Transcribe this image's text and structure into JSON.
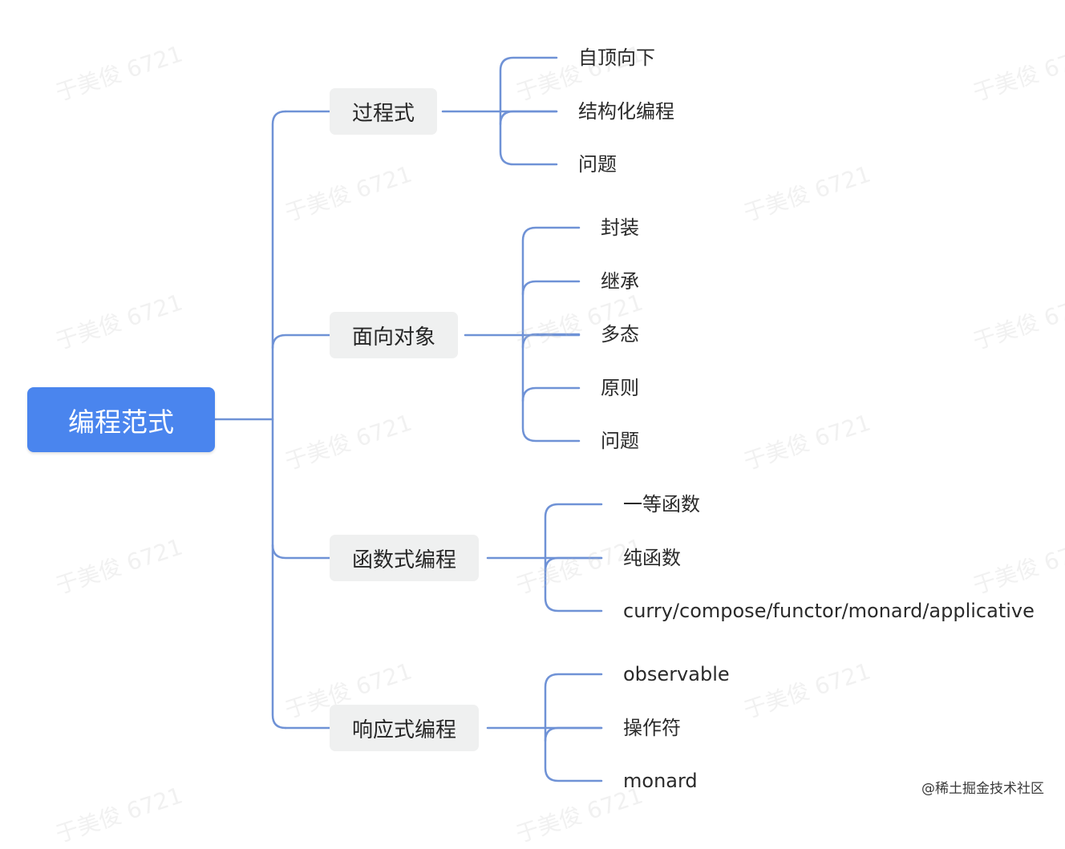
{
  "colors": {
    "root_bg": "#4a85ee",
    "branch_bg": "#eff0f0",
    "line": "#6f92d6"
  },
  "root": {
    "label": "编程范式"
  },
  "branches": [
    {
      "label": "过程式",
      "children": [
        "自顶向下",
        "结构化编程",
        "问题"
      ]
    },
    {
      "label": "面向对象",
      "children": [
        "封装",
        "继承",
        "多态",
        "原则",
        "问题"
      ]
    },
    {
      "label": "函数式编程",
      "children": [
        "一等函数",
        "纯函数",
        "curry/compose/functor/monard/applicative"
      ]
    },
    {
      "label": "响应式编程",
      "children": [
        "observable",
        "操作符",
        "monard"
      ]
    }
  ],
  "watermark": "于美俊 6721",
  "credit": "@稀土掘金技术社区"
}
